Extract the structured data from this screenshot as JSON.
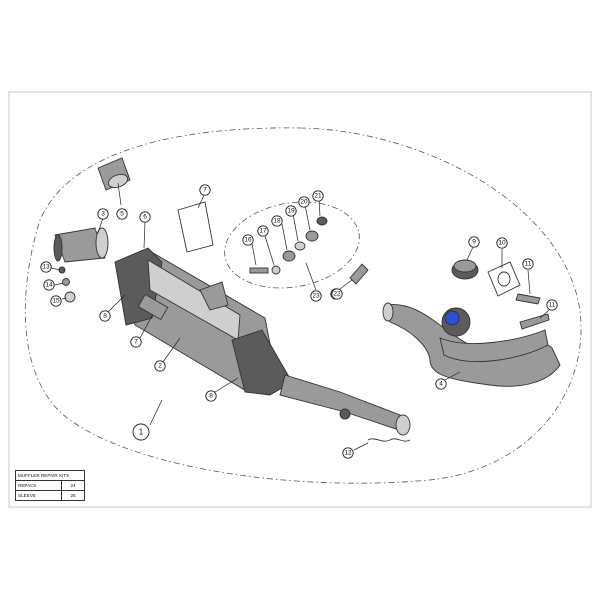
{
  "callouts": [
    "1",
    "2",
    "3",
    "4",
    "5",
    "6",
    "7",
    "7",
    "7",
    "8",
    "8",
    "9",
    "10",
    "11",
    "11",
    "12",
    "13",
    "14",
    "15",
    "16",
    "17",
    "18",
    "19",
    "20",
    "21",
    "22",
    "23"
  ],
  "repair_table": {
    "title": "MUFFLER REPAIR KITS",
    "rows": [
      {
        "label": "REPACK",
        "value": "24"
      },
      {
        "label": "SLEEVE",
        "value": "25"
      }
    ]
  },
  "colors": {
    "line": "#222222",
    "part_mid": "#9a9a9a",
    "part_dark": "#5b5b5b",
    "accent": "#2a4fd6"
  }
}
